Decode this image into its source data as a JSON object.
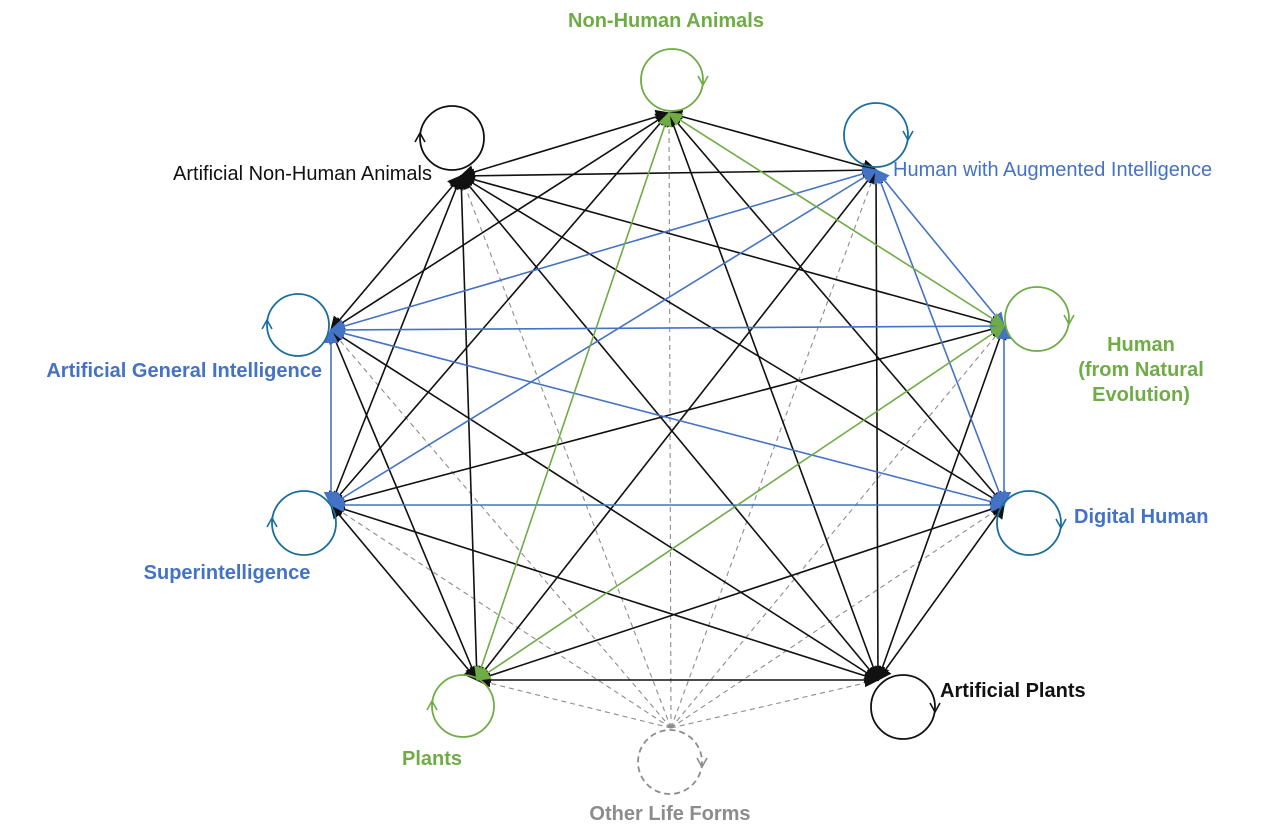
{
  "colors": {
    "black": "#111111",
    "green": "#6fac46",
    "blue": "#4472c4",
    "teal": "#1a6e9e",
    "gray": "#8c8c8c"
  },
  "nodes": [
    {
      "id": "non-human-animals",
      "label": "Non-Human Animals",
      "group": "green",
      "bold": true
    },
    {
      "id": "human-augmented",
      "label": "Human with Augmented Intelligence",
      "group": "blue",
      "bold": false
    },
    {
      "id": "human-natural",
      "label": "Human\n(from Natural\nEvolution)",
      "group": "green",
      "bold": true
    },
    {
      "id": "digital-human",
      "label": "Digital Human",
      "group": "blue",
      "bold": true
    },
    {
      "id": "artificial-plants",
      "label": "Artificial Plants",
      "group": "black",
      "bold": true
    },
    {
      "id": "other-life-forms",
      "label": "Other Life Forms",
      "group": "gray",
      "bold": true
    },
    {
      "id": "plants",
      "label": "Plants",
      "group": "green",
      "bold": true
    },
    {
      "id": "superintelligence",
      "label": "Superintelligence",
      "group": "blue",
      "bold": true
    },
    {
      "id": "agi",
      "label": "Artificial General Intelligence",
      "group": "blue",
      "bold": true
    },
    {
      "id": "artificial-non-human-animals",
      "label": "Artificial Non-Human Animals",
      "group": "black",
      "bold": false
    }
  ],
  "edges_black": [
    [
      "artificial-non-human-animals",
      "non-human-animals"
    ],
    [
      "artificial-non-human-animals",
      "human-augmented"
    ],
    [
      "artificial-non-human-animals",
      "human-natural"
    ],
    [
      "artificial-non-human-animals",
      "digital-human"
    ],
    [
      "artificial-non-human-animals",
      "artificial-plants"
    ],
    [
      "artificial-non-human-animals",
      "plants"
    ],
    [
      "artificial-non-human-animals",
      "superintelligence"
    ],
    [
      "artificial-non-human-animals",
      "agi"
    ],
    [
      "non-human-animals",
      "human-augmented"
    ],
    [
      "non-human-animals",
      "digital-human"
    ],
    [
      "non-human-animals",
      "artificial-plants"
    ],
    [
      "non-human-animals",
      "superintelligence"
    ],
    [
      "non-human-animals",
      "agi"
    ],
    [
      "human-augmented",
      "artificial-plants"
    ],
    [
      "human-augmented",
      "plants"
    ],
    [
      "human-natural",
      "artificial-plants"
    ],
    [
      "human-natural",
      "superintelligence"
    ],
    [
      "digital-human",
      "artificial-plants"
    ],
    [
      "digital-human",
      "plants"
    ],
    [
      "agi",
      "artificial-plants"
    ],
    [
      "agi",
      "plants"
    ],
    [
      "superintelligence",
      "artificial-plants"
    ],
    [
      "superintelligence",
      "plants"
    ],
    [
      "plants",
      "artificial-plants"
    ]
  ],
  "edges_green": [
    [
      "non-human-animals",
      "human-natural"
    ],
    [
      "non-human-animals",
      "plants"
    ],
    [
      "human-natural",
      "plants"
    ]
  ],
  "edges_blue": [
    [
      "human-augmented",
      "agi"
    ],
    [
      "human-augmented",
      "superintelligence"
    ],
    [
      "human-augmented",
      "human-natural"
    ],
    [
      "human-augmented",
      "digital-human"
    ],
    [
      "agi",
      "human-natural"
    ],
    [
      "agi",
      "digital-human"
    ],
    [
      "agi",
      "superintelligence"
    ],
    [
      "superintelligence",
      "digital-human"
    ],
    [
      "human-natural",
      "digital-human"
    ]
  ],
  "edges_gray_dashed": [
    [
      "other-life-forms",
      "non-human-animals"
    ],
    [
      "other-life-forms",
      "human-augmented"
    ],
    [
      "other-life-forms",
      "human-natural"
    ],
    [
      "other-life-forms",
      "digital-human"
    ],
    [
      "other-life-forms",
      "artificial-plants"
    ],
    [
      "other-life-forms",
      "plants"
    ],
    [
      "other-life-forms",
      "superintelligence"
    ],
    [
      "other-life-forms",
      "agi"
    ],
    [
      "other-life-forms",
      "artificial-non-human-animals"
    ]
  ]
}
